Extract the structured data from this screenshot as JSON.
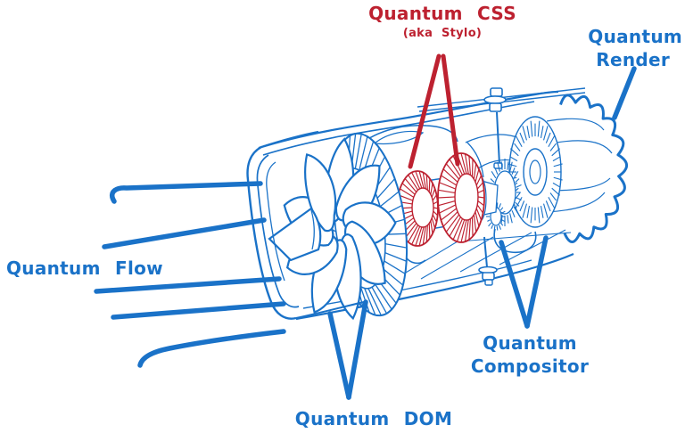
{
  "page": {
    "background": "#ffffff"
  },
  "colors": {
    "blue": "#1a72c8",
    "red": "#bd2130",
    "white": "#ffffff"
  },
  "labels": {
    "css": {
      "title": "Quantum CSS",
      "subtitle": "(aka Stylo)"
    },
    "render": {
      "line1": "Quantum",
      "line2": "Render"
    },
    "flow": {
      "text": "Quantum Flow"
    },
    "dom": {
      "text": "Quantum DOM"
    },
    "compositor": {
      "line1": "Quantum",
      "line2": "Compositor"
    }
  },
  "diagram": {
    "type": "annotated-illustration",
    "subject": "jet-engine-cutaway",
    "parts": [
      {
        "name": "airflow-lines",
        "color": "#1a72c8"
      },
      {
        "name": "intake-fan",
        "color": "#1a72c8"
      },
      {
        "name": "fan-disk-ring",
        "color": "#1a72c8"
      },
      {
        "name": "compressor-stage-1",
        "color": "#bd2130"
      },
      {
        "name": "compressor-stage-2",
        "color": "#bd2130"
      },
      {
        "name": "shaft",
        "color": "#1a72c8"
      },
      {
        "name": "turbine-disks",
        "color": "#1a72c8"
      },
      {
        "name": "exhaust-nozzle",
        "color": "#1a72c8"
      },
      {
        "name": "mounting-bolts",
        "color": "#1a72c8"
      }
    ],
    "callouts": [
      {
        "label": "Quantum CSS (aka Stylo)",
        "target": "compressor-stages",
        "color": "#bd2130"
      },
      {
        "label": "Quantum Render",
        "target": "exhaust-nozzle",
        "color": "#1a72c8"
      },
      {
        "label": "Quantum Flow",
        "target": "airflow-lines",
        "color": "#1a72c8"
      },
      {
        "label": "Quantum DOM",
        "target": "intake-fan",
        "color": "#1a72c8"
      },
      {
        "label": "Quantum Compositor",
        "target": "turbine-disks",
        "color": "#1a72c8"
      }
    ]
  }
}
